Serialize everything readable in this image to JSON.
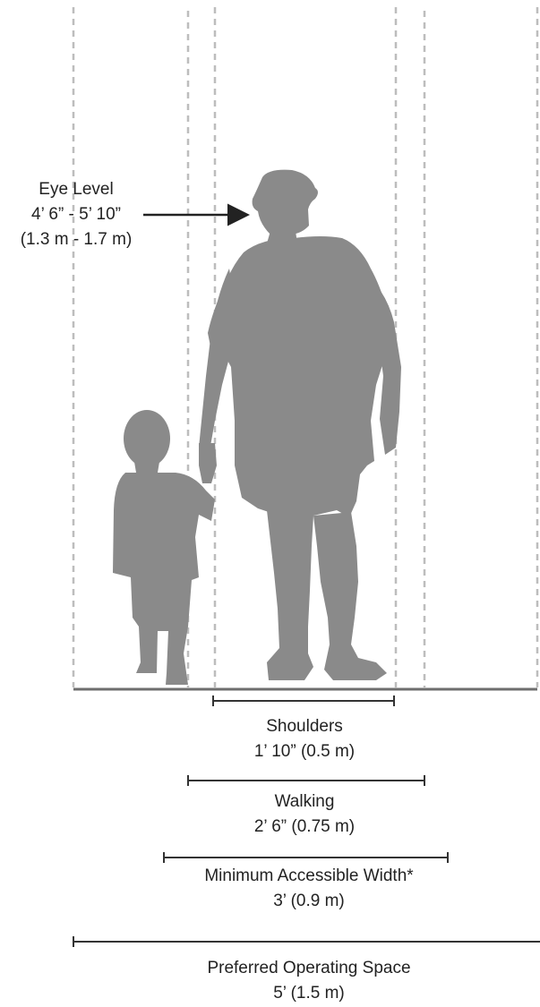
{
  "colors": {
    "silhouette": "#8a8a8a",
    "guide_line": "#bdbdbd",
    "ground": "#6e6e6e",
    "dimension_line": "#333333",
    "text": "#222222"
  },
  "eye_level": {
    "title": "Eye Level",
    "imperial": "4’ 6” - 5’ 10”",
    "metric": "(1.3 m - 1.7 m)"
  },
  "dimensions": {
    "shoulders": {
      "label": "Shoulders",
      "value": "1’ 10” (0.5 m)"
    },
    "walking": {
      "label": "Walking",
      "value": "2’ 6” (0.75 m)"
    },
    "minimum": {
      "label": "Minimum Accessible Width*",
      "value": "3’ (0.9 m)"
    },
    "preferred": {
      "label": "Preferred Operating Space",
      "value": "5’ (1.5 m)"
    }
  },
  "figures": {
    "adult": "adult-silhouette",
    "child": "child-silhouette"
  }
}
